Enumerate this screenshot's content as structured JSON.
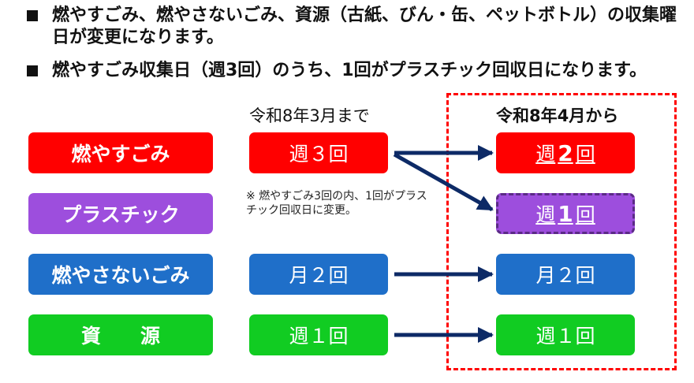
{
  "bullets": [
    "燃やすごみ、燃やさないごみ、資源（古紙、びん・缶、ペットボトル）の収集曜日が変更になります。",
    "燃やすごみ収集日（週3回）のうち、1回がプラスチック回収日になります。"
  ],
  "columns": {
    "before": "令和8年3月まで",
    "after": "令和8年4月から"
  },
  "categories": [
    "燃やすごみ",
    "プラスチック",
    "燃やさないごみ",
    "資　　源"
  ],
  "before": {
    "moyasu": "週３回",
    "moyasanai": "月２回",
    "shigen": "週１回"
  },
  "after": {
    "moyasu": {
      "prefix": "週",
      "num": "2",
      "suffix": "回"
    },
    "plastic": {
      "prefix": "週",
      "num": "1",
      "suffix": "回"
    },
    "moyasanai": "月２回",
    "shigen": "週１回"
  },
  "note": {
    "mark": "※",
    "text": "燃やすごみ3回の内、1回がプラスチック回収日に変更。"
  },
  "colors": {
    "red": "#ff0000",
    "purple": "#9d4edd",
    "blue": "#1f6fc9",
    "green": "#11cc22",
    "arrow": "#0d2a66"
  }
}
